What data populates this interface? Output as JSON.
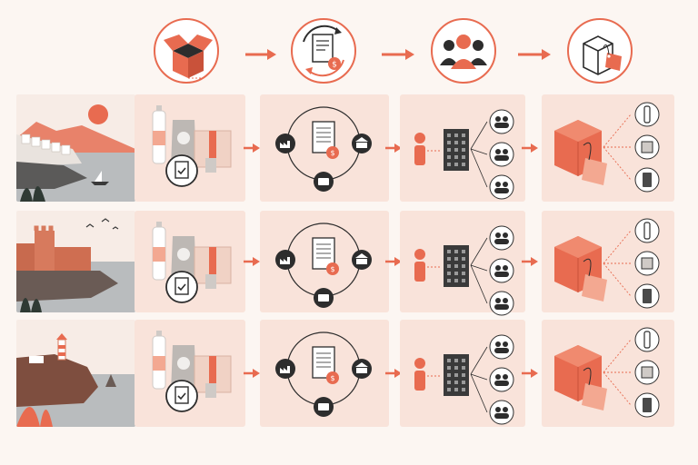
{
  "colors": {
    "background": "#fcf6f2",
    "panel": "#f9e3da",
    "accent": "#e86b50",
    "accent_light": "#f3a891",
    "dark": "#2d2d2d",
    "mid_gray": "#8c8c8c",
    "light_gray": "#d9d6d3",
    "sea": "#b9bcbe"
  },
  "header_icons": [
    {
      "name": "open-box-icon"
    },
    {
      "name": "document-cycle-icon"
    },
    {
      "name": "user-group-icon"
    },
    {
      "name": "price-tag-box-icon"
    }
  ],
  "rows": [
    {
      "name": "row-coastal-village",
      "scene": "village-sun-sailboat"
    },
    {
      "name": "row-fortress-cliff",
      "scene": "fortress-birds"
    },
    {
      "name": "row-lighthouse",
      "scene": "lighthouse-rocks"
    }
  ],
  "stage_panels": [
    {
      "name": "products-panel",
      "icons": [
        "bottle-icon",
        "bag-icon",
        "carton-box-icon",
        "can-icon",
        "clipboard-check-icon"
      ]
    },
    {
      "name": "transaction-cycle-panel",
      "icons": [
        "factory-icon",
        "invoice-dollar-icon",
        "bank-icon",
        "wallet-icon",
        "cycle-arrows-icon"
      ]
    },
    {
      "name": "distribution-panel",
      "icons": [
        "person-icon",
        "office-building-icon",
        "people-icon"
      ]
    },
    {
      "name": "tagged-goods-panel",
      "icons": [
        "tagged-box-icon",
        "bottle-icon",
        "carton-icon",
        "can-icon"
      ]
    }
  ]
}
